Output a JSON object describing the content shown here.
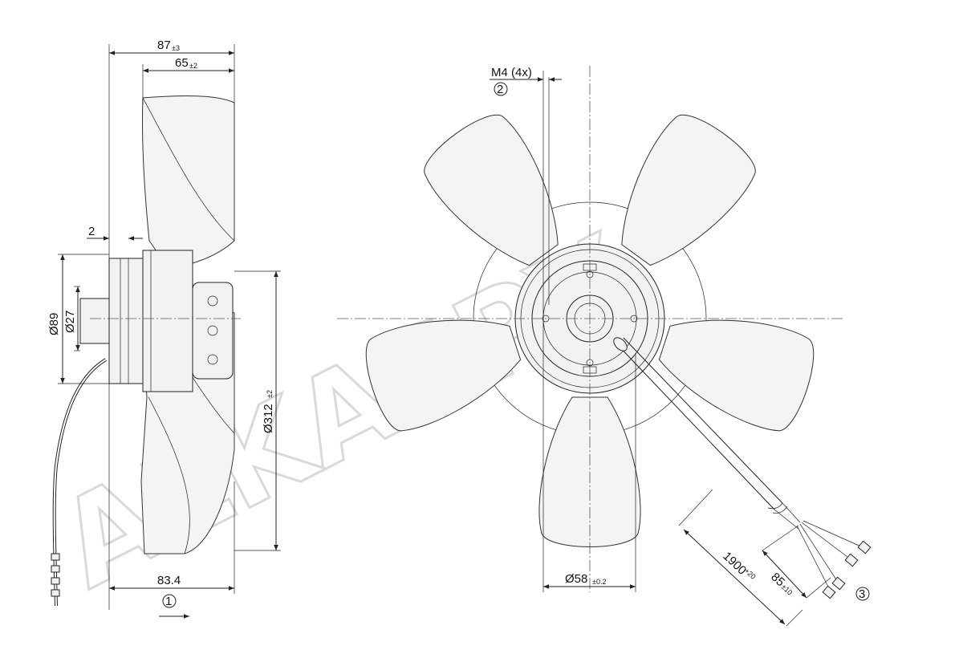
{
  "watermark": "ALKASPY",
  "dimensions": {
    "d87": {
      "value": "87",
      "tol": "±3"
    },
    "d65": {
      "value": "65",
      "tol": "±2"
    },
    "d2": {
      "value": "2"
    },
    "d89": {
      "value": "Ø89"
    },
    "d27": {
      "value": "Ø27"
    },
    "d312": {
      "value": "Ø312",
      "tol": "±2"
    },
    "d834": {
      "value": "83.4"
    },
    "m4": {
      "value": "M4 (4x)"
    },
    "d58": {
      "value": "Ø58",
      "tol": "±0.2"
    },
    "d1900": {
      "value": "1900",
      "tol": "+20"
    },
    "d85": {
      "value": "85",
      "tol": "±10"
    }
  },
  "callouts": {
    "c1": "1",
    "c2": "2",
    "c3": "3"
  },
  "colors": {
    "line": "#222222",
    "fill": "#f2f2f2",
    "watermark": "#d9d9d9"
  }
}
